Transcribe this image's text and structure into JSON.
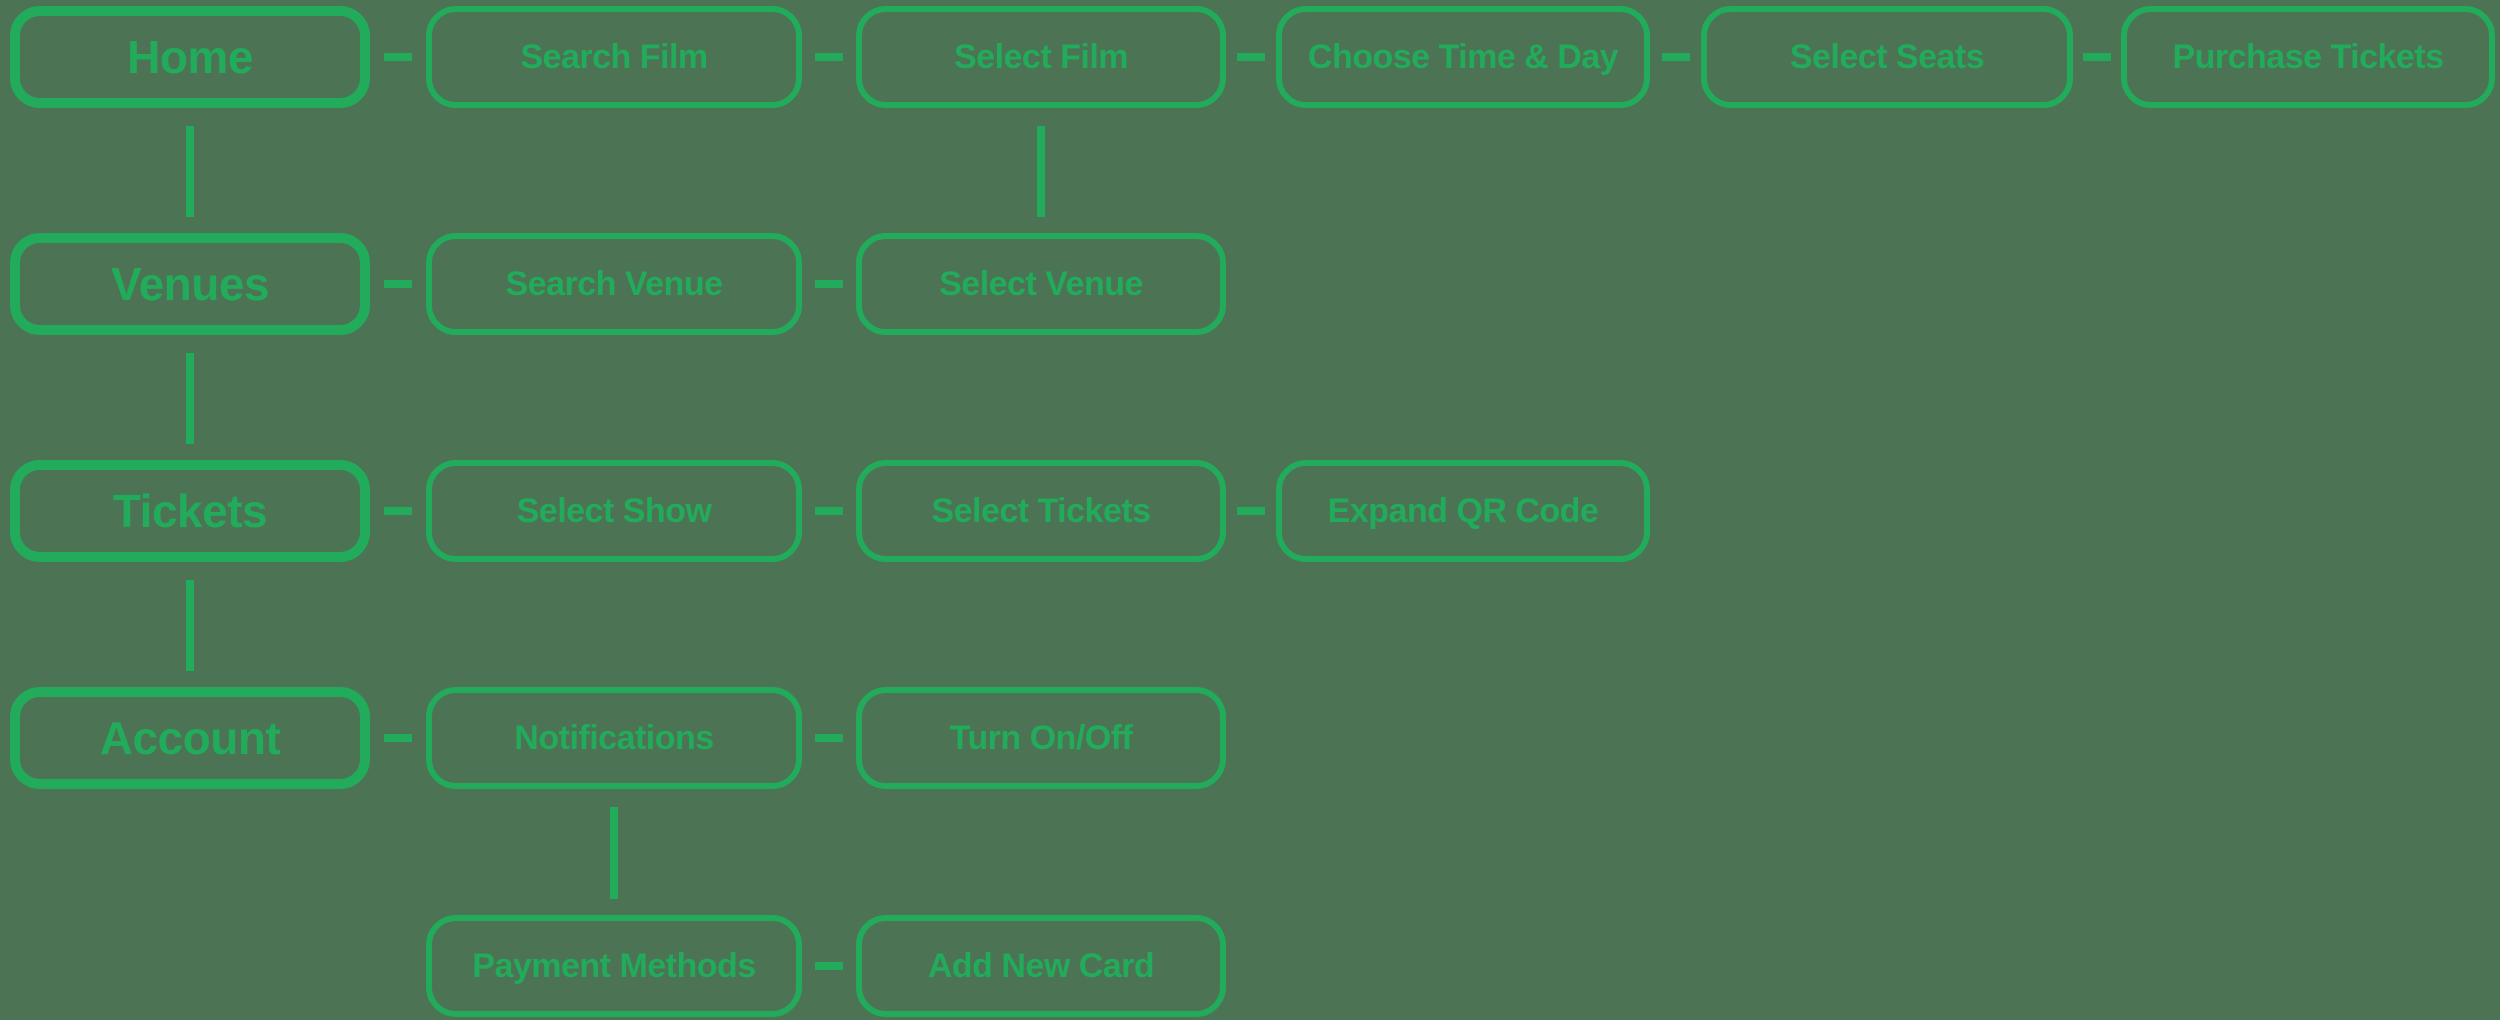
{
  "colors": {
    "background": "#4B7354",
    "accent": "#21AB5B"
  },
  "nodes": [
    {
      "id": "home",
      "label": "Home",
      "primary": true,
      "row": 0,
      "col": 0
    },
    {
      "id": "search-film",
      "label": "Search Film",
      "primary": false,
      "row": 0,
      "col": 1
    },
    {
      "id": "select-film",
      "label": "Select Film",
      "primary": false,
      "row": 0,
      "col": 2
    },
    {
      "id": "choose-time-day",
      "label": "Choose Time & Day",
      "primary": false,
      "row": 0,
      "col": 3
    },
    {
      "id": "select-seats",
      "label": "Select Seats",
      "primary": false,
      "row": 0,
      "col": 4
    },
    {
      "id": "purchase-tickets",
      "label": "Purchase Tickets",
      "primary": false,
      "row": 0,
      "col": 5
    },
    {
      "id": "venues",
      "label": "Venues",
      "primary": true,
      "row": 1,
      "col": 0
    },
    {
      "id": "search-venue",
      "label": "Search Venue",
      "primary": false,
      "row": 1,
      "col": 1
    },
    {
      "id": "select-venue",
      "label": "Select Venue",
      "primary": false,
      "row": 1,
      "col": 2
    },
    {
      "id": "tickets",
      "label": "Tickets",
      "primary": true,
      "row": 2,
      "col": 0
    },
    {
      "id": "select-show",
      "label": "Select Show",
      "primary": false,
      "row": 2,
      "col": 1
    },
    {
      "id": "select-tickets",
      "label": "Select Tickets",
      "primary": false,
      "row": 2,
      "col": 2
    },
    {
      "id": "expand-qr-code",
      "label": "Expand QR Code",
      "primary": false,
      "row": 2,
      "col": 3
    },
    {
      "id": "account",
      "label": "Account",
      "primary": true,
      "row": 3,
      "col": 0
    },
    {
      "id": "notifications",
      "label": "Notifications",
      "primary": false,
      "row": 3,
      "col": 1
    },
    {
      "id": "turn-on-off",
      "label": "Turn On/Off",
      "primary": false,
      "row": 3,
      "col": 2
    },
    {
      "id": "payment-methods",
      "label": "Payment Methods",
      "primary": false,
      "row": 4,
      "col": 1
    },
    {
      "id": "add-new-card",
      "label": "Add New Card",
      "primary": false,
      "row": 4,
      "col": 2
    }
  ],
  "edges": [
    {
      "from": "home",
      "to": "search-film",
      "type": "horizontal"
    },
    {
      "from": "search-film",
      "to": "select-film",
      "type": "horizontal"
    },
    {
      "from": "select-film",
      "to": "choose-time-day",
      "type": "horizontal"
    },
    {
      "from": "choose-time-day",
      "to": "select-seats",
      "type": "horizontal"
    },
    {
      "from": "select-seats",
      "to": "purchase-tickets",
      "type": "horizontal"
    },
    {
      "from": "home",
      "to": "venues",
      "type": "vertical"
    },
    {
      "from": "venues",
      "to": "search-venue",
      "type": "horizontal"
    },
    {
      "from": "search-venue",
      "to": "select-venue",
      "type": "horizontal"
    },
    {
      "from": "select-film",
      "to": "select-venue",
      "type": "vertical"
    },
    {
      "from": "venues",
      "to": "tickets",
      "type": "vertical"
    },
    {
      "from": "tickets",
      "to": "select-show",
      "type": "horizontal"
    },
    {
      "from": "select-show",
      "to": "select-tickets",
      "type": "horizontal"
    },
    {
      "from": "select-tickets",
      "to": "expand-qr-code",
      "type": "horizontal"
    },
    {
      "from": "tickets",
      "to": "account",
      "type": "vertical"
    },
    {
      "from": "account",
      "to": "notifications",
      "type": "horizontal"
    },
    {
      "from": "notifications",
      "to": "turn-on-off",
      "type": "horizontal"
    },
    {
      "from": "notifications",
      "to": "payment-methods",
      "type": "vertical"
    },
    {
      "from": "payment-methods",
      "to": "add-new-card",
      "type": "horizontal"
    }
  ]
}
